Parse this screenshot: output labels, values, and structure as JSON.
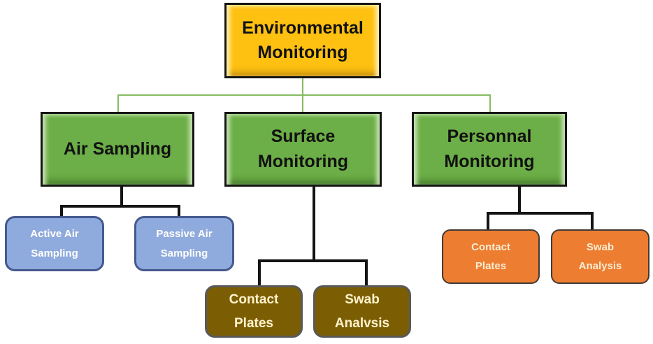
{
  "diagram": {
    "type": "org-chart",
    "background": "#FFFFFF"
  },
  "nodes": {
    "root": {
      "label": "Environmental\nMonitoring",
      "fill": "#FEC112",
      "text_color": "#111111"
    },
    "air": {
      "label": "Air Sampling",
      "fill": "#6CAE47",
      "text_color": "#111111"
    },
    "surface": {
      "label": "Surface\nMonitoring",
      "fill": "#6CAE47",
      "text_color": "#111111"
    },
    "personnal": {
      "label": "Personnal\nMonitoring",
      "fill": "#6CAE47",
      "text_color": "#111111"
    },
    "active_air": {
      "label": "Active Air\nSampling",
      "fill": "#8FAADC",
      "border": "#44598E",
      "text_color": "#FFFFFF"
    },
    "passive_air": {
      "label": "Passive Air\nSampling",
      "fill": "#8FAADC",
      "border": "#44598E",
      "text_color": "#FFFFFF"
    },
    "contact_plates_surface": {
      "label": "Contact\nPlates",
      "fill": "#7B5E04",
      "border": "#595959",
      "text_color": "#FFF3CC"
    },
    "swab_analysis_surface": {
      "label": "Swab\nAnalvsis",
      "fill": "#7B5E04",
      "border": "#595959",
      "text_color": "#FFF3CC"
    },
    "contact_plates_personnal": {
      "label": "Contact\nPlates",
      "fill": "#ED7D31",
      "border": "#413A34",
      "text_color": "#F9EDD2"
    },
    "swab_analysis_personnal": {
      "label": "Swab\nAnalysis",
      "fill": "#ED7D31",
      "border": "#413A34",
      "text_color": "#F9EDD2"
    }
  },
  "connectors": {
    "root_branch_color": "#85BB60",
    "sub_branch_color": "#141414"
  },
  "hierarchy": {
    "Environmental Monitoring": {
      "Air Sampling": [
        "Active Air Sampling",
        "Passive Air Sampling"
      ],
      "Surface Monitoring": [
        "Contact Plates",
        "Swab Analvsis"
      ],
      "Personnal Monitoring": [
        "Contact Plates",
        "Swab Analysis"
      ]
    }
  }
}
